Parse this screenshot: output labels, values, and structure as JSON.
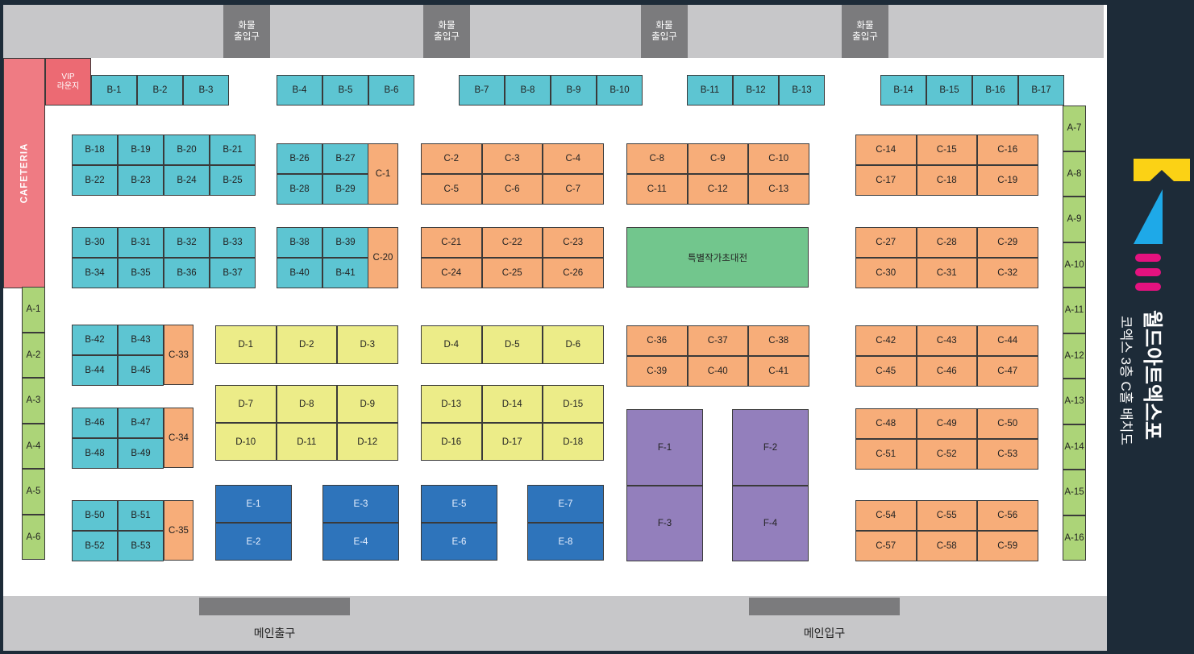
{
  "cargo_entrance_label": "화물\n출입구",
  "main_exit_label": "메인출구",
  "main_entrance_label": "메인입구",
  "vip_lounge_label": "VIP\n라운지",
  "cafeteria_label": "CAFETERIA",
  "special_exhibition_label": "특별작가초대전",
  "brand": {
    "name": "월드아트엑스포",
    "subtitle": "코엑스 3층 C홀 배치도",
    "colors": [
      "#fbd215",
      "#1ea9e8",
      "#e4127f"
    ]
  },
  "zone_colors": {
    "B": "#5dc5d2",
    "C": "#f7ad79",
    "D": "#ecec88",
    "E": "#2e74bb",
    "F": "#937fbc",
    "A": "#acd478",
    "special": "#72c68d"
  },
  "booths": {
    "A": [
      "A-1",
      "A-2",
      "A-3",
      "A-4",
      "A-5",
      "A-6",
      "A-7",
      "A-8",
      "A-9",
      "A-10",
      "A-11",
      "A-12",
      "A-13",
      "A-14",
      "A-15",
      "A-16"
    ],
    "B": [
      "B-1",
      "B-2",
      "B-3",
      "B-4",
      "B-5",
      "B-6",
      "B-7",
      "B-8",
      "B-9",
      "B-10",
      "B-11",
      "B-12",
      "B-13",
      "B-14",
      "B-15",
      "B-16",
      "B-17",
      "B-18",
      "B-19",
      "B-20",
      "B-21",
      "B-22",
      "B-23",
      "B-24",
      "B-25",
      "B-26",
      "B-27",
      "B-28",
      "B-29",
      "B-30",
      "B-31",
      "B-32",
      "B-33",
      "B-34",
      "B-35",
      "B-36",
      "B-37",
      "B-38",
      "B-39",
      "B-40",
      "B-41",
      "B-42",
      "B-43",
      "B-44",
      "B-45",
      "B-46",
      "B-47",
      "B-48",
      "B-49",
      "B-50",
      "B-51",
      "B-52",
      "B-53"
    ],
    "C": [
      "C-1",
      "C-2",
      "C-3",
      "C-4",
      "C-5",
      "C-6",
      "C-7",
      "C-8",
      "C-9",
      "C-10",
      "C-11",
      "C-12",
      "C-13",
      "C-14",
      "C-15",
      "C-16",
      "C-17",
      "C-18",
      "C-19",
      "C-20",
      "C-21",
      "C-22",
      "C-23",
      "C-24",
      "C-25",
      "C-26",
      "C-27",
      "C-28",
      "C-29",
      "C-30",
      "C-31",
      "C-32",
      "C-33",
      "C-34",
      "C-35",
      "C-36",
      "C-37",
      "C-38",
      "C-39",
      "C-40",
      "C-41",
      "C-42",
      "C-43",
      "C-44",
      "C-45",
      "C-46",
      "C-47",
      "C-48",
      "C-49",
      "C-50",
      "C-51",
      "C-52",
      "C-53",
      "C-54",
      "C-55",
      "C-56",
      "C-57",
      "C-58",
      "C-59"
    ],
    "D": [
      "D-1",
      "D-2",
      "D-3",
      "D-4",
      "D-5",
      "D-6",
      "D-7",
      "D-8",
      "D-9",
      "D-10",
      "D-11",
      "D-12",
      "D-13",
      "D-14",
      "D-15",
      "D-16",
      "D-17",
      "D-18"
    ],
    "E": [
      "E-1",
      "E-2",
      "E-3",
      "E-4",
      "E-5",
      "E-6",
      "E-7",
      "E-8"
    ],
    "F": [
      "F-1",
      "F-2",
      "F-3",
      "F-4"
    ]
  }
}
